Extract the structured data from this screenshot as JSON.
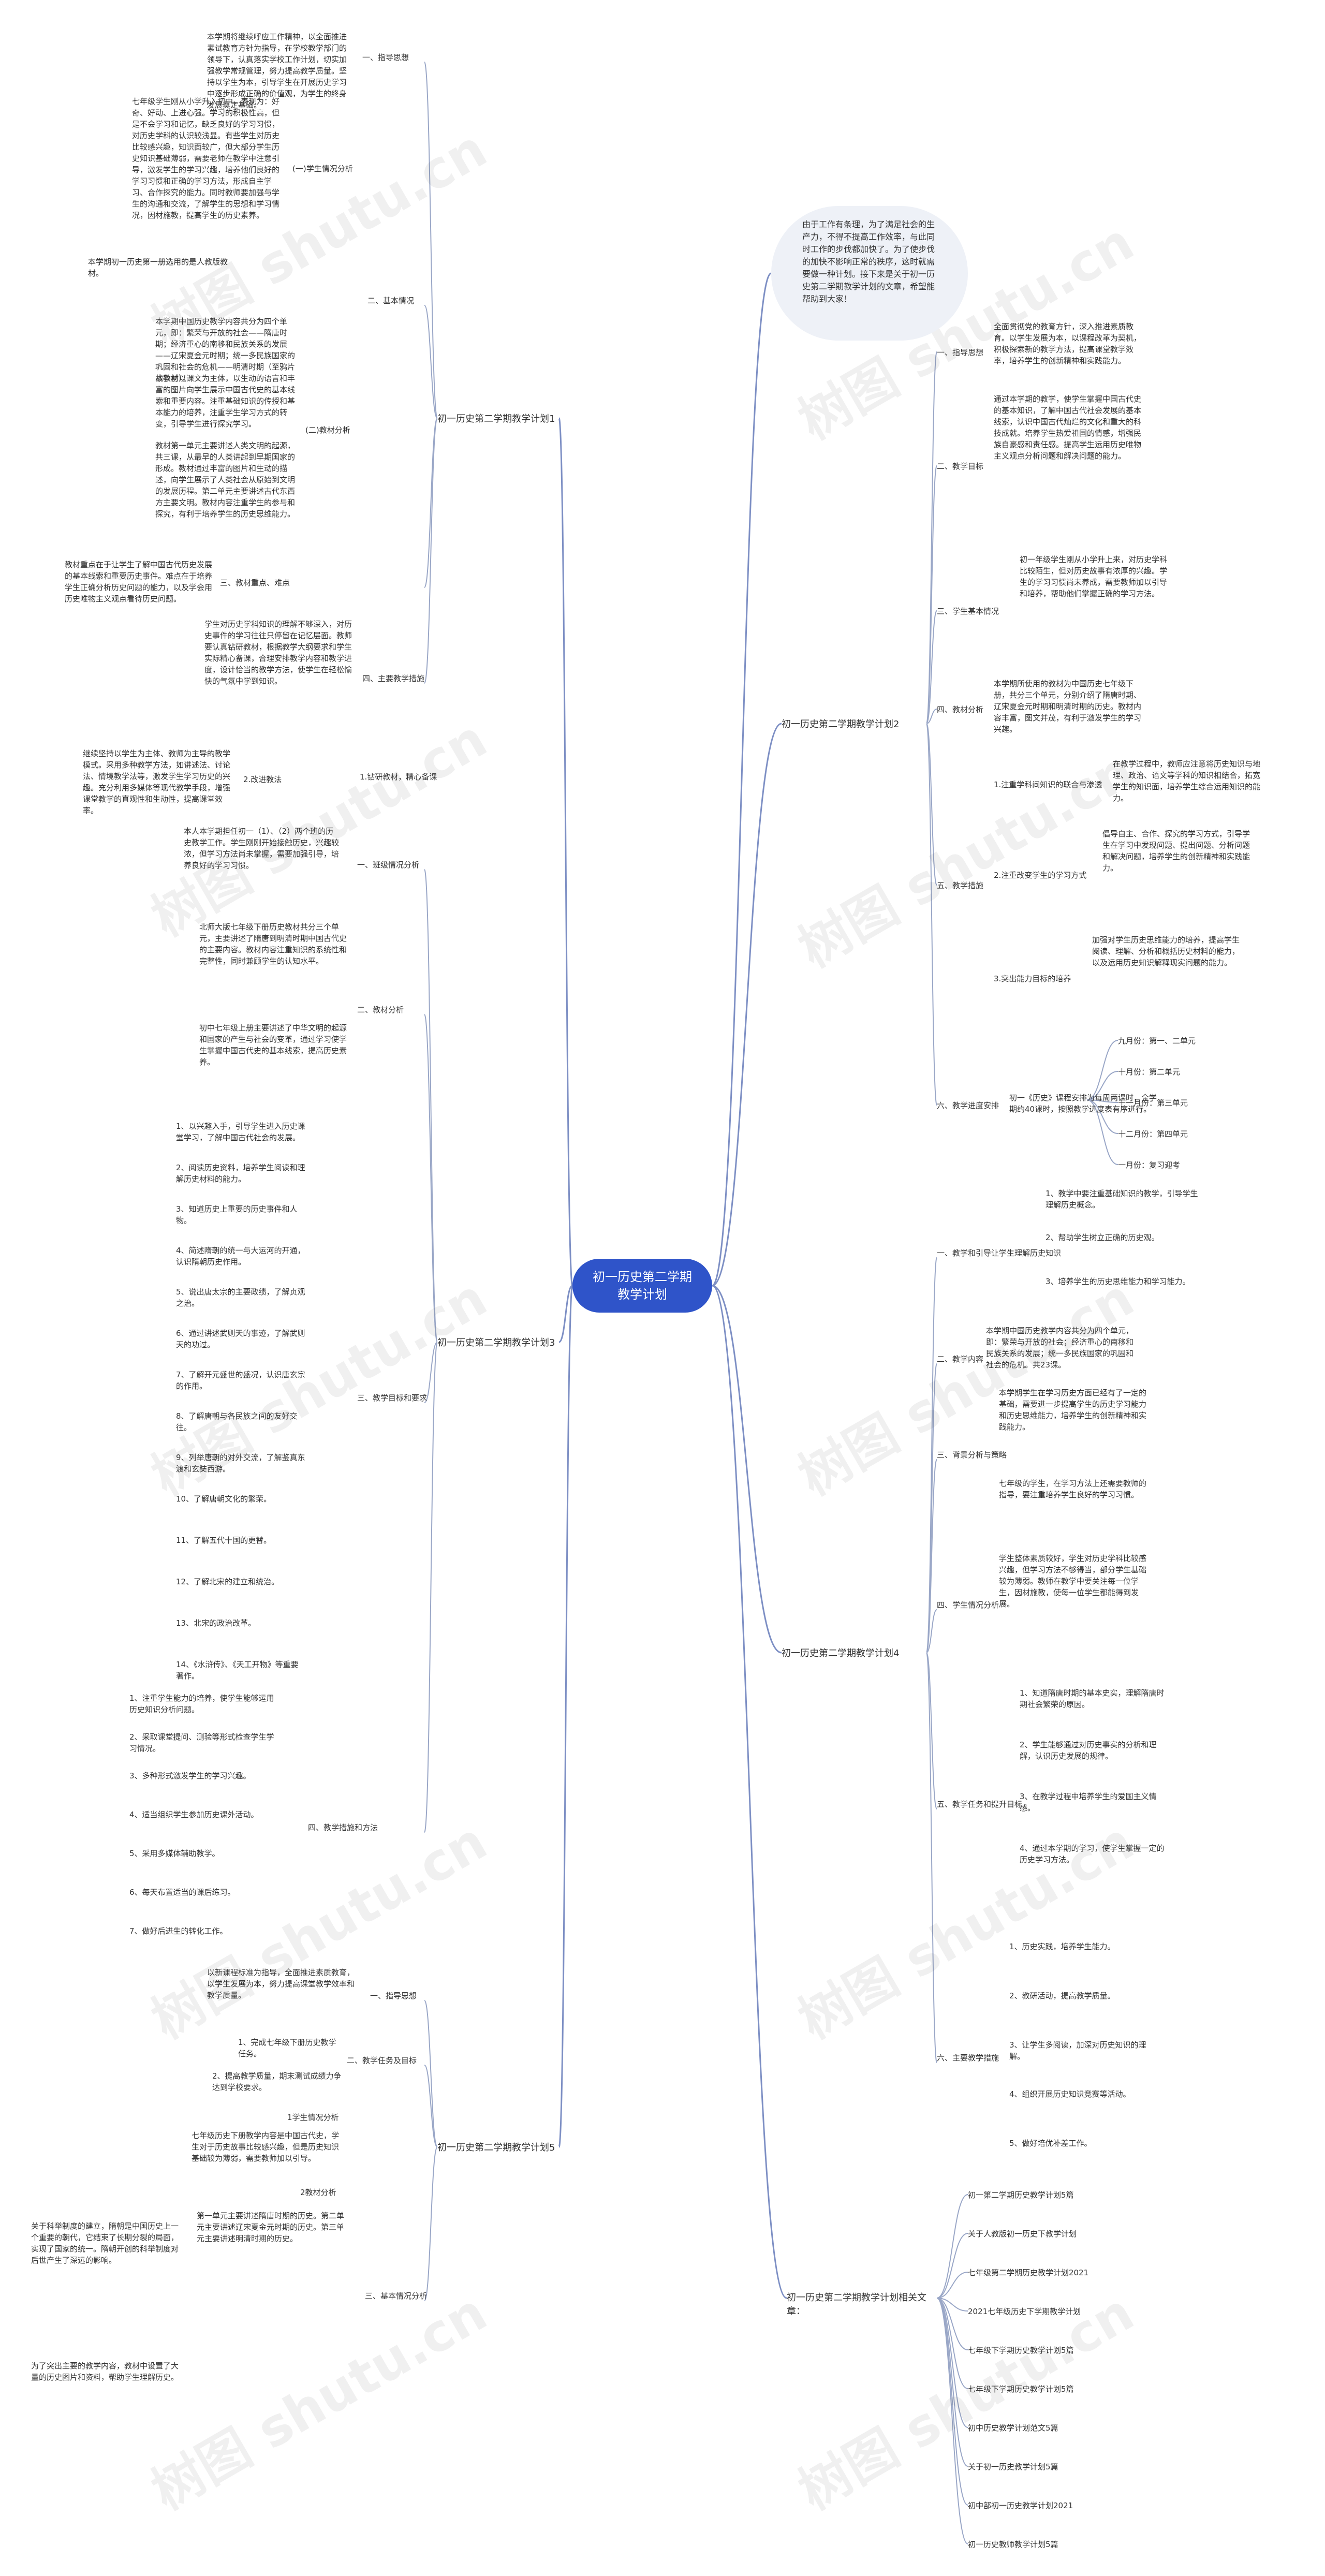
{
  "root": {
    "title": "初一历史第二学期教学计划"
  },
  "intro": "由于工作有条理，为了满足社会的生产力，不得不提高工作效率，与此同时工作的步伐都加快了。为了使步伐的加快不影响正常的秩序，这时就需要做一种计划。接下来是关于初一历史第二学期教学计划的文章，希望能帮助到大家！",
  "watermark": "树图 shutu.cn",
  "plan1": {
    "title": "初一历史第二学期教学计划1",
    "s1": {
      "label": "一、指导思想",
      "text": "本学期将继续呼应工作精神，以全面推进素试教育方针为指导，在学校教学部门的领导下，认真落实学校工作计划，切实加强教学常规管理，努力提高教学质量。坚持以学生为本，引导学生在开展历史学习中逐步形成正确的价值观，为学生的终身发展奠定基础。"
    },
    "s2": {
      "label": "二、基本情况",
      "a": {
        "label": "(一)学生情况分析",
        "text": "七年级学生刚从小学升入初中，表现为：好奇、好动、上进心强。学习的积极性高，但是不会学习和记忆，缺乏良好的学习习惯，对历史学科的认识较浅显。有些学生对历史比较感兴趣，知识面较广，但大部分学生历史知识基础薄弱，需要老师在教学中注意引导，激发学生的学习兴趣，培养他们良好的学习习惯和正确的学习方法，形成自主学习、合作探究的能力。同时教师要加强与学生的沟通和交流，了解学生的思想和学习情况，因材施教，提高学生的历史素养。"
      },
      "b": {
        "label": "(二)教材分析",
        "t1": "本学期初一历史第一册选用的是人教版教材。",
        "t2": "本学期中国历史教学内容共分为四个单元，即：繁荣与开放的社会——隋唐时期；经济重心的南移和民族关系的发展——辽宋夏金元时期；统一多民族国家的巩固和社会的危机——明清时期（至鸦片战争前）。",
        "t3": "本教材以课文为主体，以生动的语言和丰富的图片向学生展示中国古代史的基本线索和重要内容。注重基础知识的传授和基本能力的培养，注重学生学习方式的转变，引导学生进行探究学习。",
        "t4": "教材第一单元主要讲述人类文明的起源，共三课，从最早的人类讲起到早期国家的形成。教材通过丰富的图片和生动的描述，向学生展示了人类社会从原始到文明的发展历程。第二单元主要讲述古代东西方主要文明。教材内容注重学生的参与和探究，有利于培养学生的历史思维能力。"
      }
    },
    "s3": {
      "label": "三、教材重点、难点",
      "text": "教材重点在于让学生了解中国古代历史发展的基本线索和重要历史事件。难点在于培养学生正确分析历史问题的能力，以及学会用历史唯物主义观点看待历史问题。"
    },
    "s4": {
      "label": "四、主要教学措施",
      "a": {
        "label": "1.钻研教材，精心备课",
        "text": "学生对历史学科知识的理解不够深入，对历史事件的学习往往只停留在记忆层面。教师要认真钻研教材，根据教学大纲要求和学生实际精心备课，合理安排教学内容和教学进度，设计恰当的教学方法，使学生在轻松愉快的气氛中学到知识。"
      },
      "b": {
        "label": "2.改进教法",
        "text": "继续坚持以学生为主体、教师为主导的教学模式。采用多种教学方法，如讲述法、讨论法、情境教学法等，激发学生学习历史的兴趣。充分利用多媒体等现代教学手段，增强课堂教学的直观性和生动性，提高课堂效率。"
      }
    }
  },
  "plan2": {
    "title": "初一历史第二学期教学计划2",
    "s1": {
      "label": "一、指导思想",
      "text": "全面贯彻党的教育方针，深入推进素质教育。以学生发展为本，以课程改革为契机，积极探索新的教学方法，提高课堂教学效率，培养学生的创新精神和实践能力。"
    },
    "s2": {
      "label": "二、教学目标",
      "text": "通过本学期的教学，使学生掌握中国古代史的基本知识，了解中国古代社会发展的基本线索，认识中国古代灿烂的文化和重大的科技成就。培养学生热爱祖国的情感，增强民族自豪感和责任感。提高学生运用历史唯物主义观点分析问题和解决问题的能力。"
    },
    "s3": {
      "label": "三、学生基本情况",
      "text": "初一年级学生刚从小学升上来，对历史学科比较陌生，但对历史故事有浓厚的兴趣。学生的学习习惯尚未养成，需要教师加以引导和培养，帮助他们掌握正确的学习方法。"
    },
    "s4": {
      "label": "四、教材分析",
      "text": "本学期所使用的教材为中国历史七年级下册，共分三个单元，分别介绍了隋唐时期、辽宋夏金元时期和明清时期的历史。教材内容丰富，图文并茂，有利于激发学生的学习兴趣。"
    },
    "s5": {
      "label": "五、教学措施",
      "a": {
        "label": "1.注重学科间知识的联合与渗透",
        "text": "在教学过程中，教师应注意将历史知识与地理、政治、语文等学科的知识相结合，拓宽学生的知识面，培养学生综合运用知识的能力。"
      },
      "b": {
        "label": "2.注重改变学生的学习方式",
        "text": "倡导自主、合作、探究的学习方式，引导学生在学习中发现问题、提出问题、分析问题和解决问题，培养学生的创新精神和实践能力。"
      },
      "c": {
        "label": "3.突出能力目标的培养",
        "text": "加强对学生历史思维能力的培养，提高学生阅读、理解、分析和概括历史材料的能力，以及运用历史知识解释现实问题的能力。"
      }
    },
    "s6": {
      "label": "六、教学进度安排",
      "text": "初一《历史》课程安排为每周两课时，全学期约40课时，按照教学进度表有序进行。",
      "items": [
        "九月份：第一、二单元",
        "十月份：第二单元",
        "十一月份：第三单元",
        "十二月份：第四单元",
        "一月份：复习迎考"
      ]
    }
  },
  "plan3": {
    "title": "初一历史第二学期教学计划3",
    "s1": {
      "label": "一、班级情况分析",
      "text": "本人本学期担任初一（1）、（2）两个班的历史教学工作。学生刚刚开始接触历史，兴趣较浓，但学习方法尚未掌握，需要加强引导，培养良好的学习习惯。"
    },
    "s2": {
      "label": "二、教材分析",
      "t1": "北师大版七年级下册历史教材共分三个单元，主要讲述了隋唐到明清时期中国古代史的主要内容。教材内容注重知识的系统性和完整性，同时兼顾学生的认知水平。",
      "t2": "初中七年级上册主要讲述了中华文明的起源和国家的产生与社会的变革，通过学习使学生掌握中国古代史的基本线索，提高历史素养。"
    },
    "s3": {
      "label": "三、教学目标和要求",
      "items": [
        "1、以兴趣入手，引导学生进入历史课堂学习，了解中国古代社会的发展。",
        "2、阅读历史资料，培养学生阅读和理解历史材料的能力。",
        "3、知道历史上重要的历史事件和人物。",
        "4、简述隋朝的统一与大运河的开通，认识隋朝历史作用。",
        "5、说出唐太宗的主要政绩，了解贞观之治。",
        "6、通过讲述武则天的事迹，了解武则天的功过。",
        "7、了解开元盛世的盛况，认识唐玄宗的作用。",
        "8、了解唐朝与各民族之间的友好交往。",
        "9、列举唐朝的对外交流，了解鉴真东渡和玄奘西游。",
        "10、了解唐朝文化的繁荣。",
        "11、了解五代十国的更替。",
        "12、了解北宋的建立和统治。",
        "13、北宋的政治改革。",
        "14、《水浒传》、《天工开物》等重要著作。"
      ]
    },
    "s4": {
      "label": "四、教学措施和方法",
      "items": [
        "1、注重学生能力的培养，使学生能够运用历史知识分析问题。",
        "2、采取课堂提问、测验等形式检查学生学习情况。",
        "3、多种形式激发学生的学习兴趣。",
        "4、适当组织学生参加历史课外活动。",
        "5、采用多媒体辅助教学。",
        "6、每天布置适当的课后练习。",
        "7、做好后进生的转化工作。"
      ]
    }
  },
  "plan4": {
    "title": "初一历史第二学期教学计划4",
    "s1": {
      "label": "一、教学和引导让学生理解历史知识",
      "items": [
        "1、教学中要注重基础知识的教学，引导学生理解历史概念。",
        "2、帮助学生树立正确的历史观。",
        "3、培养学生的历史思维能力和学习能力。"
      ]
    },
    "s2": {
      "label": "二、教学内容",
      "text": "本学期中国历史教学内容共分为四个单元，即：繁荣与开放的社会；经济重心的南移和民族关系的发展；统一多民族国家的巩固和社会的危机。共23课。"
    },
    "s3": {
      "label": "三、背景分析与策略",
      "t1": "本学期学生在学习历史方面已经有了一定的基础，需要进一步提高学生的历史学习能力和历史思维能力，培养学生的创新精神和实践能力。",
      "t2": "七年级的学生，在学习方法上还需要教师的指导，要注重培养学生良好的学习习惯。"
    },
    "s4": {
      "label": "四、学生情况分析",
      "text": "学生整体素质较好，学生对历史学科比较感兴趣，但学习方法不够得当，部分学生基础较为薄弱。教师在教学中要关注每一位学生，因材施教，使每一位学生都能得到发展。"
    },
    "s5": {
      "label": "五、教学任务和提升目标",
      "items": [
        "1、知道隋唐时期的基本史实，理解隋唐时期社会繁荣的原因。",
        "2、学生能够通过对历史事实的分析和理解，认识历史发展的规律。",
        "3、在教学过程中培养学生的爱国主义情感。",
        "4、通过本学期的学习，使学生掌握一定的历史学习方法。"
      ]
    },
    "s6": {
      "label": "六、主要教学措施",
      "items": [
        "1、历史实践，培养学生能力。",
        "2、教研活动，提高教学质量。",
        "3、让学生多阅读，加深对历史知识的理解。",
        "4、组织开展历史知识竞赛等活动。",
        "5、做好培优补差工作。"
      ]
    }
  },
  "plan5": {
    "title": "初一历史第二学期教学计划5",
    "s1": {
      "label": "一、指导思想",
      "text": "以新课程标准为指导，全面推进素质教育，以学生发展为本，努力提高课堂教学效率和教学质量。"
    },
    "s2": {
      "label": "二、教学任务及目标",
      "items": [
        "1、完成七年级下册历史教学任务。",
        "2、提高教学质量，期末测试成绩力争达到学校要求。"
      ]
    },
    "s3": {
      "label": "三、基本情况分析",
      "a": {
        "label": "1学生情况分析",
        "text": "七年级历史下册教学内容是中国古代史，学生对于历史故事比较感兴趣，但是历史知识基础较为薄弱，需要教师加以引导。"
      },
      "b": {
        "label": "2教材分析",
        "text": "第一单元主要讲述隋唐时期的历史。第二单元主要讲述辽宋夏金元时期的历史。第三单元主要讲述明清时期的历史。"
      },
      "c": {
        "text": "关于科举制度的建立，隋朝是中国历史上一个重要的朝代，它结束了长期分裂的局面，实现了国家的统一。隋朝开创的科举制度对后世产生了深远的影响。"
      },
      "d": {
        "text": "为了突出主要的教学内容，教材中设置了大量的历史图片和资料，帮助学生理解历史。"
      }
    }
  },
  "related": {
    "title": "初一历史第二学期教学计划相关文章：",
    "items": [
      "初一第二学期历史教学计划5篇",
      "关于人教版初一历史下教学计划",
      "七年级第二学期历史教学计划2021",
      "2021七年级历史下学期教学计划",
      "七年级下学期历史教学计划5篇",
      "七年级下学期历史教学计划5篇",
      "初中历史教学计划范文5篇",
      "关于初一历史教学计划5篇",
      "初中部初一历史教学计划2021",
      "初一历史教师教学计划5篇"
    ]
  }
}
